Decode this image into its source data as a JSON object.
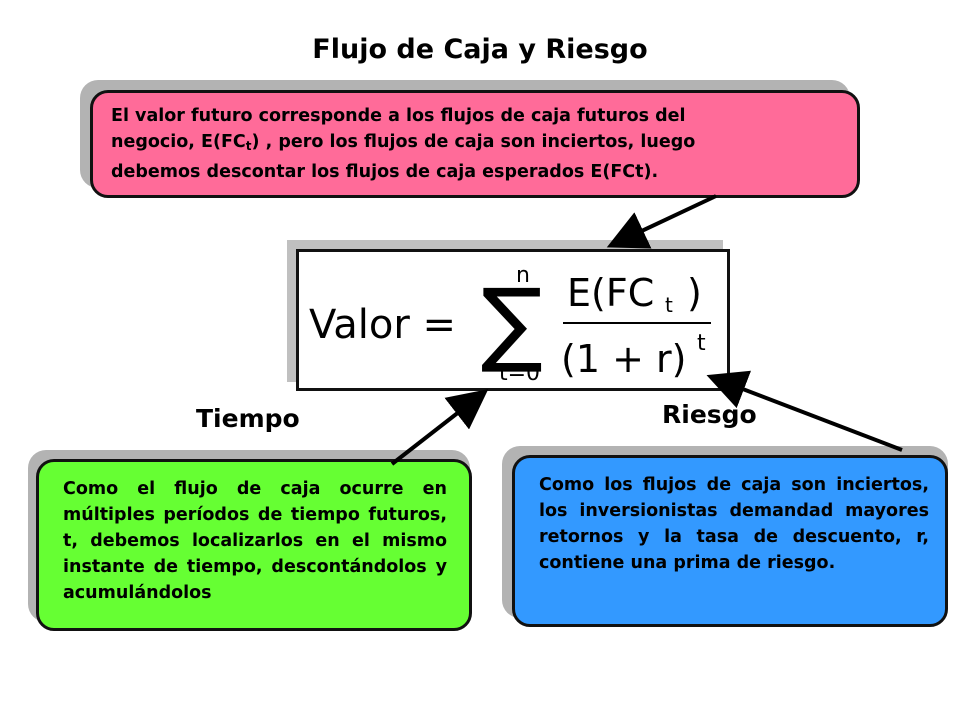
{
  "title": "Flujo de Caja y Riesgo",
  "top_box": {
    "line1": "El valor futuro corresponde a los flujos de caja futuros del",
    "line2_a": "negocio, E(FC",
    "line2_sub": "t",
    "line2_b": ") , pero los flujos de caja son inciertos, luego",
    "line3": "debemos descontar los flujos  de caja esperados E(FCt).",
    "color": "#ff6b99"
  },
  "formula": {
    "lhs": "Valor =",
    "sum_upper": "n",
    "sum_lower": "t=0",
    "numerator": "E(FC",
    "numerator_sub": "t",
    "numerator_close": ")",
    "denominator": "(1 + r)",
    "denominator_exp": "t"
  },
  "labels": {
    "tiempo": "Tiempo",
    "riesgo": "Riesgo"
  },
  "tiempo_box": {
    "text": "Como el flujo de caja ocurre en múltiples períodos de tiempo futuros, t, debemos localizarlos en el mismo instante de tiempo, descontándolos y acumulándolos",
    "color": "#66ff33"
  },
  "riesgo_box": {
    "text": "Como los flujos de caja son inciertos, los inversionistas demandad mayores retornos y la tasa de descuento, r, contiene una prima de riesgo.",
    "color": "#3399ff"
  }
}
